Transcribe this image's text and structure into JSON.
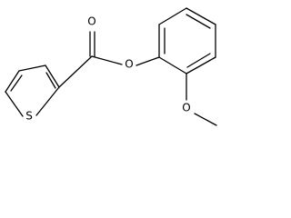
{
  "molecule": {
    "atoms": {
      "ester_carbonyl_oxygen": "O",
      "ester_oxygen": "O",
      "thiophene_sulfur": "S",
      "methoxy_oxygen": "O"
    }
  }
}
